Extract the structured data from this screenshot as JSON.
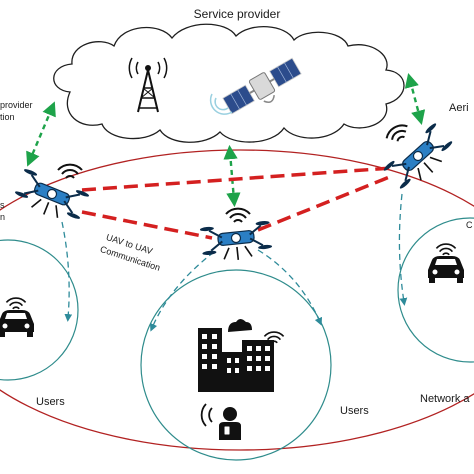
{
  "diagram": {
    "title": "Service provider",
    "labels": {
      "provider_link_1": "provider",
      "provider_link_2": "tion",
      "aerial_partial": "Aeri",
      "left_uav_1": "s",
      "left_uav_2": "n",
      "uav_to_uav_1": "UAV to UAV",
      "uav_to_uav_2": "Communication",
      "right_cell_partial": "C",
      "users_left": "Users",
      "users_center": "Users",
      "network_partial": "Network a"
    },
    "colors": {
      "cloud_stroke": "#1f1f1f",
      "outer_ring": "#b22222",
      "cell_circle": "#2f8c8c",
      "uav_body": "#2b7fc4",
      "uav_to_uav_link": "#d42020",
      "vertical_link": "#1ea34a",
      "coverage_arrow": "#2e8b9a"
    },
    "icons": [
      "cell-tower-icon",
      "satellite-icon",
      "uav-drone-icon",
      "car-icon",
      "city-buildings-icon",
      "user-phone-icon",
      "wifi-signal-icon"
    ]
  }
}
